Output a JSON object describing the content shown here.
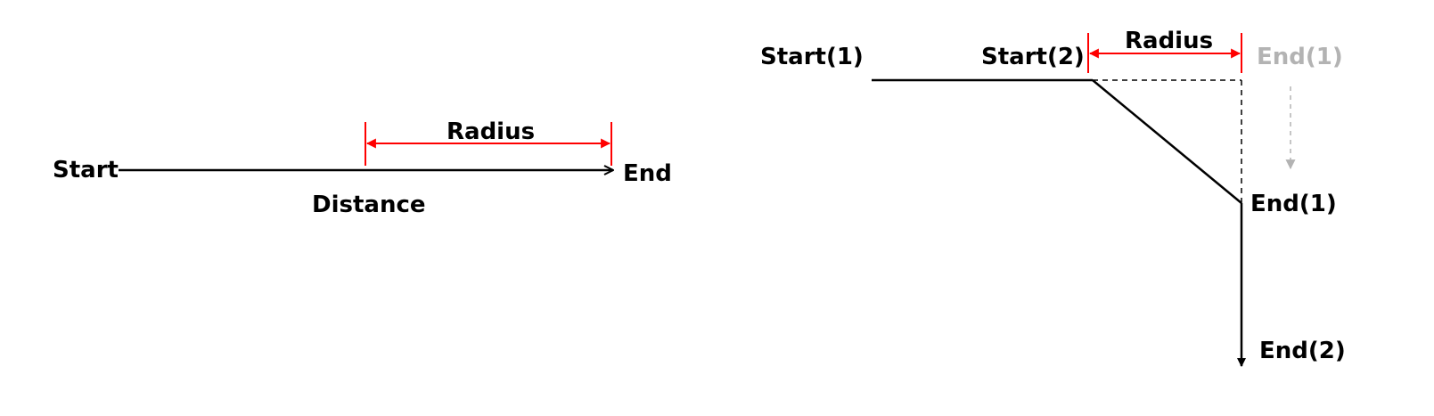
{
  "colors": {
    "line": "#000000",
    "radius_marker": "#ff0000",
    "previous_target": "#b3b3b3"
  },
  "left_diagram": {
    "start_label": "Start",
    "end_label": "End",
    "distance_label": "Distance",
    "radius_label": "Radius"
  },
  "right_diagram": {
    "start1_label": "Start(1)",
    "start2_label": "Start(2)",
    "radius_label": "Radius",
    "end1_previous_label": "End(1)",
    "end1_label": "End(1)",
    "end2_label": "End(2)"
  }
}
